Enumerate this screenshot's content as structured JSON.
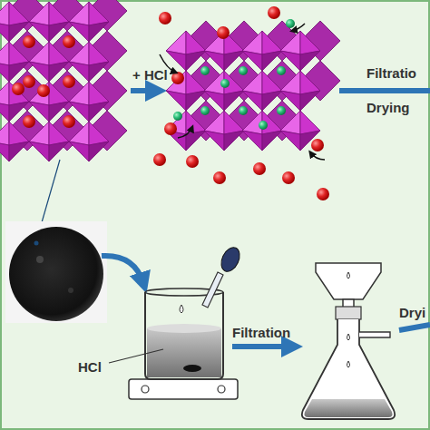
{
  "diagram": {
    "labels": [
      "+ HCl",
      "Filtratio",
      "Drying",
      "HCl",
      "Filtration",
      "Dryi"
    ]
  }
}
